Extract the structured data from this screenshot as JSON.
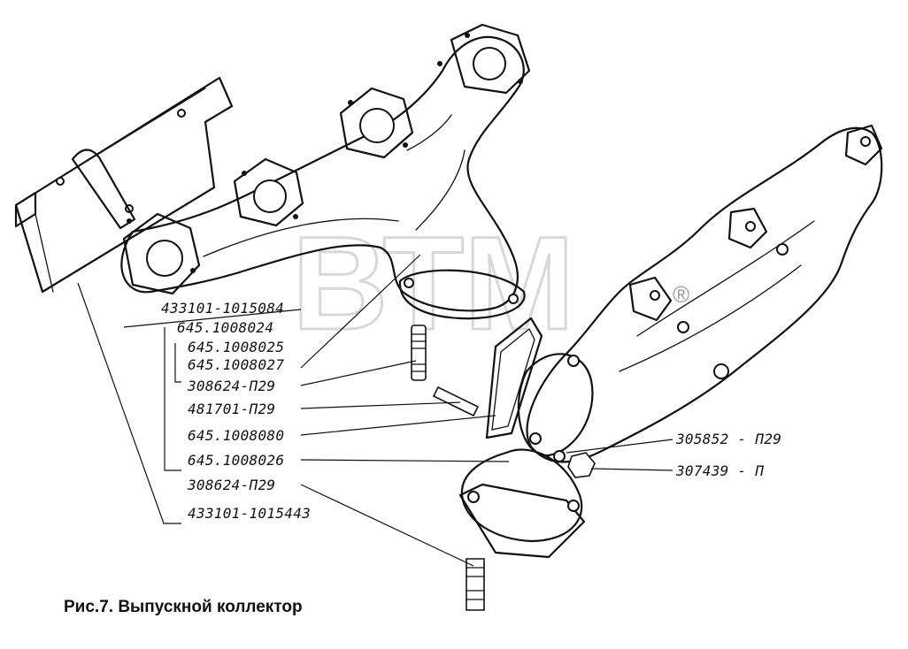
{
  "caption": "Рис.7. Выпускной коллектор",
  "watermark": {
    "text": "ВТМ",
    "mark": "®",
    "color": "#bfbfbf"
  },
  "labels": [
    "433101-1015084",
    "645.1008024",
    "645.1008025",
    "645.1008027",
    "308624-П29",
    "481701-П29",
    "645.1008080",
    "645.1008026",
    "308624-П29",
    "433101-1015443",
    "305852 - П29",
    "307439 - П"
  ]
}
